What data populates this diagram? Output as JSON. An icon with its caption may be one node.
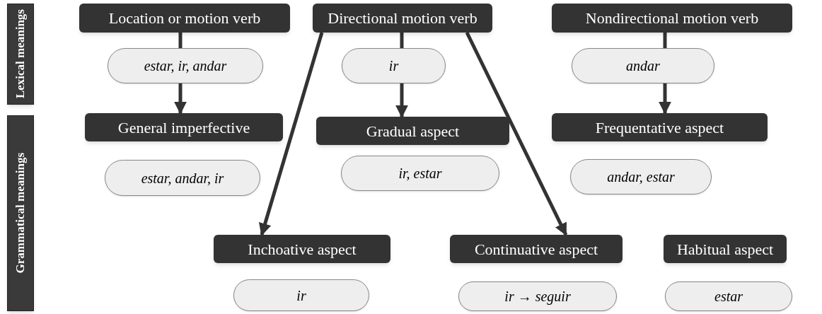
{
  "diagram": {
    "nodes": [
      {
        "text": [
          "Lexical meanings"
        ]
      },
      {
        "text": [
          "Grammatical meanings"
        ]
      },
      {
        "text": [
          "Location or motion verb"
        ]
      },
      {
        "text": [
          "estar, ir, andar"
        ]
      },
      {
        "text": [
          "Directional motion verb"
        ]
      },
      {
        "text": [
          "ir"
        ]
      },
      {
        "text": [
          "Nondirectional motion verb"
        ]
      },
      {
        "text": [
          "andar"
        ]
      },
      {
        "text": [
          "General imperfective"
        ]
      },
      {
        "text": [
          "estar, andar, ir"
        ]
      },
      {
        "text": [
          "Gradual aspect"
        ]
      },
      {
        "text": [
          "ir, estar"
        ]
      },
      {
        "text": [
          "Frequentative aspect"
        ]
      },
      {
        "text": [
          "andar, estar"
        ]
      },
      {
        "text": [
          "Inchoative aspect"
        ]
      },
      {
        "text": [
          "ir"
        ]
      },
      {
        "text": [
          "Continuative aspect"
        ]
      },
      {
        "text": [
          "ir → seguir"
        ]
      },
      {
        "text": [
          "Habitual aspect"
        ]
      },
      {
        "text": [
          "estar"
        ]
      }
    ],
    "edges": [
      {
        "from": 2,
        "to": 3,
        "arrow": "none"
      },
      {
        "from": 3,
        "to": 8,
        "arrow": "to"
      },
      {
        "from": 4,
        "to": 5,
        "arrow": "none"
      },
      {
        "from": 5,
        "to": 10,
        "arrow": "to"
      },
      {
        "from": 6,
        "to": 7,
        "arrow": "none"
      },
      {
        "from": 7,
        "to": 12,
        "arrow": "to"
      },
      {
        "from": 4,
        "to": 14,
        "arrow": "to"
      },
      {
        "from": 4,
        "to": 16,
        "arrow": "to"
      }
    ]
  }
}
